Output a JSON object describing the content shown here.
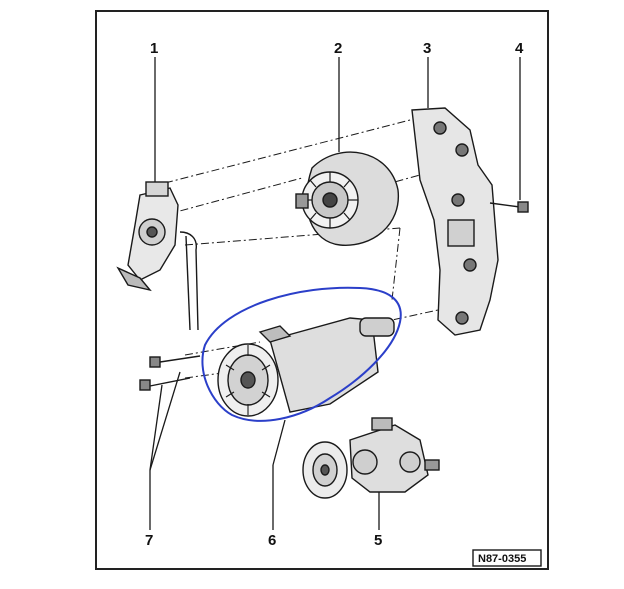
{
  "diagram": {
    "callouts": {
      "c1": "1",
      "c2": "2",
      "c3": "3",
      "c4": "4",
      "c5": "5",
      "c6": "6",
      "c7": "7"
    },
    "reference_tag": "N87-0355",
    "highlight_color": "#2b3fc9",
    "line_color": "#1a1a1a"
  }
}
